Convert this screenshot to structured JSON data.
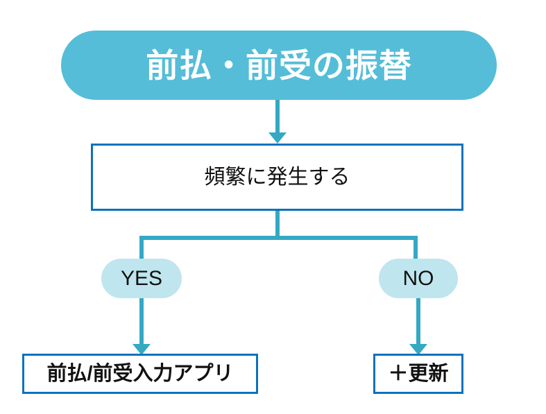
{
  "diagram": {
    "title_node": {
      "label": "前払・前受の振替",
      "shape": "rounded-pill",
      "fill": "#55BDD8",
      "text_color": "#FFFFFF"
    },
    "decision_node": {
      "label": "頻繁に発生する",
      "shape": "rectangle",
      "fill": "#FFFFFF",
      "border_color": "#0B72BC",
      "text_color": "#111111"
    },
    "branches": [
      {
        "label": "YES",
        "shape": "rounded-pill",
        "fill": "#BFE5EF",
        "text_color": "#111111",
        "side": "left"
      },
      {
        "label": "NO",
        "shape": "rounded-pill",
        "fill": "#BFE5EF",
        "text_color": "#111111",
        "side": "right"
      }
    ],
    "results": [
      {
        "label": "前払/前受入力アプリ",
        "shape": "rectangle",
        "fill": "#FFFFFF",
        "border_color": "#0B72BC",
        "text_color": "#111111",
        "side": "left"
      },
      {
        "label": "＋更新",
        "shape": "rectangle",
        "fill": "#FFFFFF",
        "border_color": "#0B72BC",
        "text_color": "#111111",
        "side": "right"
      }
    ],
    "connectors": {
      "color": "#35A8C4",
      "style": "solid-with-arrowheads"
    }
  }
}
